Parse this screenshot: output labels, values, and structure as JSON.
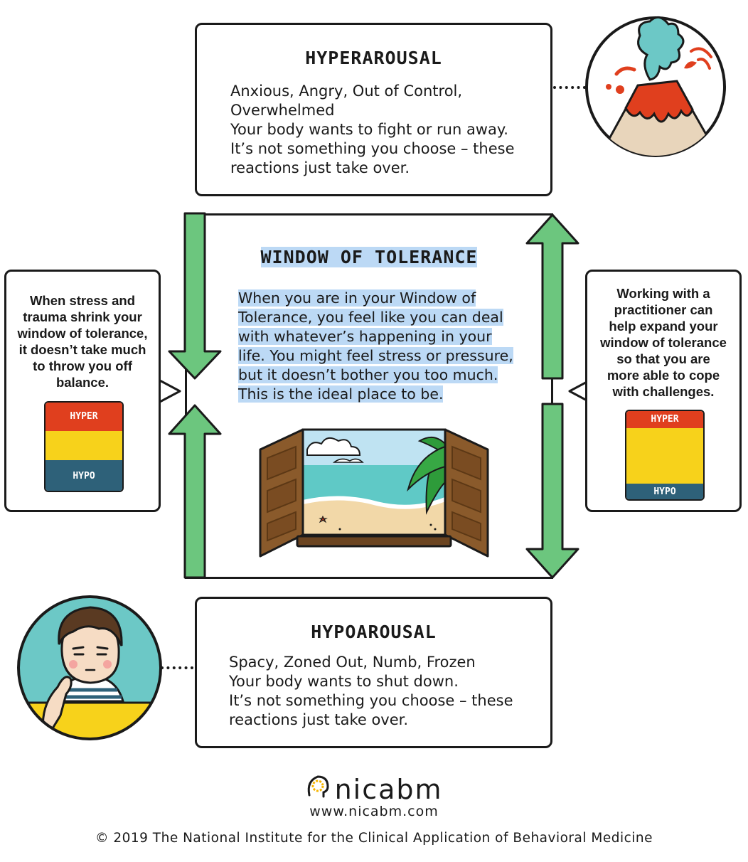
{
  "hyperarousal": {
    "title": "HYPERAROUSAL",
    "lines": [
      "Anxious, Angry, Out of Control,",
      "Overwhelmed",
      "Your body wants to fight or run away.",
      "It’s not something you choose – these",
      "reactions just take over."
    ]
  },
  "window": {
    "title": "WINDOW OF TOLERANCE",
    "lines": [
      "When you are in your Window of",
      "Tolerance, you feel like you can deal",
      "with whatever’s happening in your",
      "life.  You might feel stress or pressure,",
      "but it doesn’t bother you too much.",
      "This is the ideal place to be."
    ]
  },
  "hypoarousal": {
    "title": "HYPOAROUSAL",
    "lines": [
      "Spacy, Zoned Out, Numb, Frozen",
      "Your body wants to shut down.",
      "It’s not something you choose – these",
      "reactions just take over."
    ]
  },
  "left_note": {
    "lines": [
      "When stress and",
      "trauma shrink your",
      "window of tolerance,",
      "it doesn’t take much",
      "to throw you off",
      "balance."
    ],
    "meter": {
      "hyper": "HYPER",
      "hypo": "HYPO",
      "window_fraction": 0.32
    }
  },
  "right_note": {
    "lines": [
      "Working with a",
      "practitioner can",
      "help expand your",
      "window of tolerance",
      "so that you are",
      "more able to cope",
      "with challenges."
    ],
    "meter": {
      "hyper": "HYPER",
      "hypo": "HYPO",
      "window_fraction": 0.62
    }
  },
  "footer": {
    "brand": "nicabm",
    "url": "www.nicabm.com",
    "copyright": "© 2019 The National Institute for the Clinical Application of Behavioral Medicine"
  },
  "colors": {
    "arrow_green": "#6cc67e",
    "hyper_red": "#e03f1e",
    "window_yellow": "#f7d21b",
    "hypo_blue": "#2e6179",
    "highlight": "#bcd9f5",
    "outline": "#1a1a1a"
  },
  "icons": [
    "volcano-icon",
    "bored-person-icon",
    "beach-window-icon",
    "nicabm-logo-icon",
    "arrow-down-icon",
    "arrow-up-icon"
  ]
}
